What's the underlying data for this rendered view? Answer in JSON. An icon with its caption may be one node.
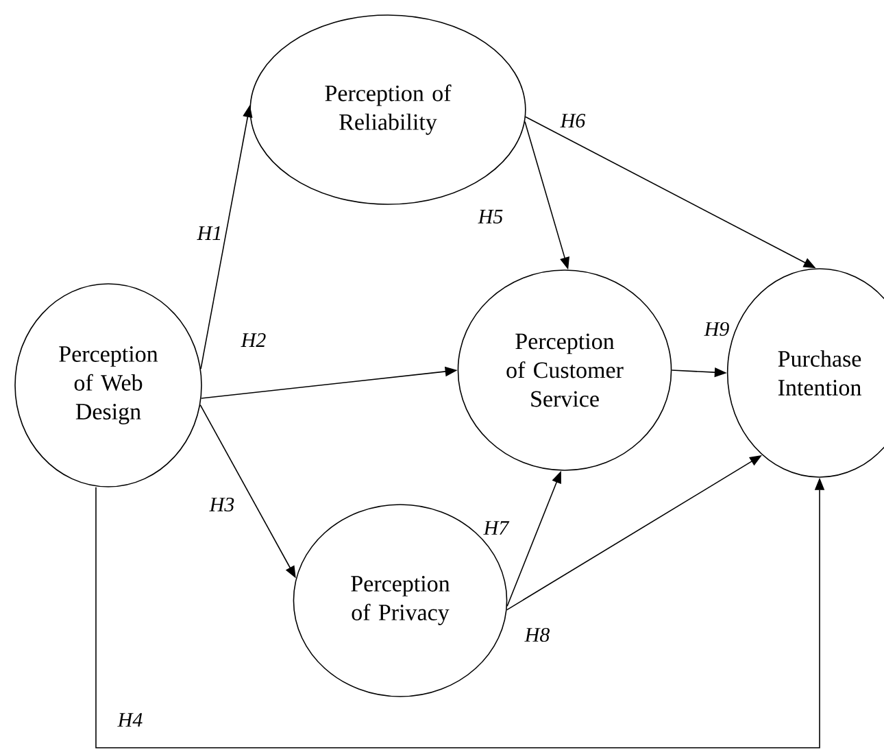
{
  "diagram": {
    "nodes": [
      {
        "text": [
          "Perception of Web Design"
        ]
      },
      {
        "text": [
          "Perception of Reliability"
        ]
      },
      {
        "text": [
          "Perception of Customer Service"
        ]
      },
      {
        "text": [
          "Perception of Privacy"
        ]
      },
      {
        "text": [
          "Purchase Intention"
        ]
      }
    ],
    "edges": [
      {
        "from": 0,
        "to": 1,
        "arrow": "to",
        "label": "H1"
      },
      {
        "from": 0,
        "to": 2,
        "arrow": "to",
        "label": "H2"
      },
      {
        "from": 0,
        "to": 3,
        "arrow": "to",
        "label": "H3"
      },
      {
        "from": 0,
        "to": 4,
        "arrow": "to",
        "label": "H4"
      },
      {
        "from": 1,
        "to": 2,
        "arrow": "to",
        "label": "H5"
      },
      {
        "from": 1,
        "to": 4,
        "arrow": "to",
        "label": "H6"
      },
      {
        "from": 2,
        "to": 4,
        "arrow": "to",
        "label": "H9"
      },
      {
        "from": 3,
        "to": 2,
        "arrow": "to",
        "label": "H7"
      },
      {
        "from": 3,
        "to": 4,
        "arrow": "to",
        "label": "H8"
      }
    ]
  }
}
